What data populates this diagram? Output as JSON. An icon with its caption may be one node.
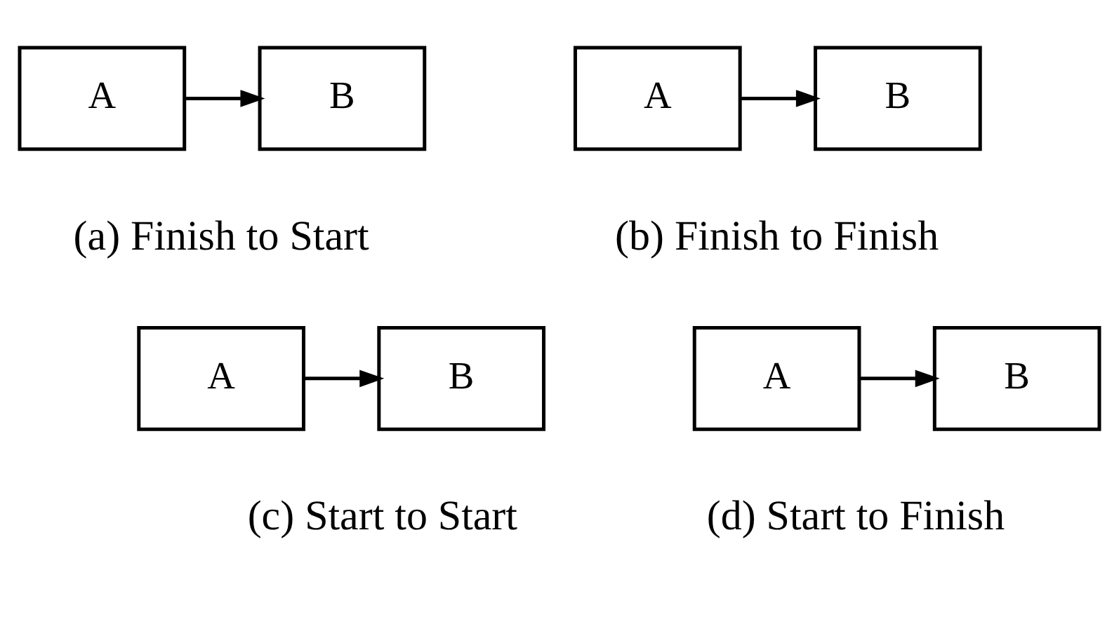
{
  "diagram": {
    "nodes": [
      {
        "text": [
          "A"
        ]
      },
      {
        "text": [
          "B"
        ]
      },
      {
        "text": [
          "A"
        ]
      },
      {
        "text": [
          "B"
        ]
      },
      {
        "text": [
          "A"
        ]
      },
      {
        "text": [
          "B"
        ]
      },
      {
        "text": [
          "A"
        ]
      },
      {
        "text": [
          "B"
        ]
      }
    ],
    "edges": [
      {
        "from": 0,
        "to": 1,
        "arrow": "to"
      },
      {
        "from": 2,
        "to": 3,
        "arrow": "to"
      },
      {
        "from": 4,
        "to": 5,
        "arrow": "to"
      },
      {
        "from": 6,
        "to": 7,
        "arrow": "to"
      }
    ],
    "labels": [
      "(a) Finish to Start",
      "(b) Finish to Finish",
      "(c) Start to Start",
      "(d) Start to Finish"
    ]
  }
}
